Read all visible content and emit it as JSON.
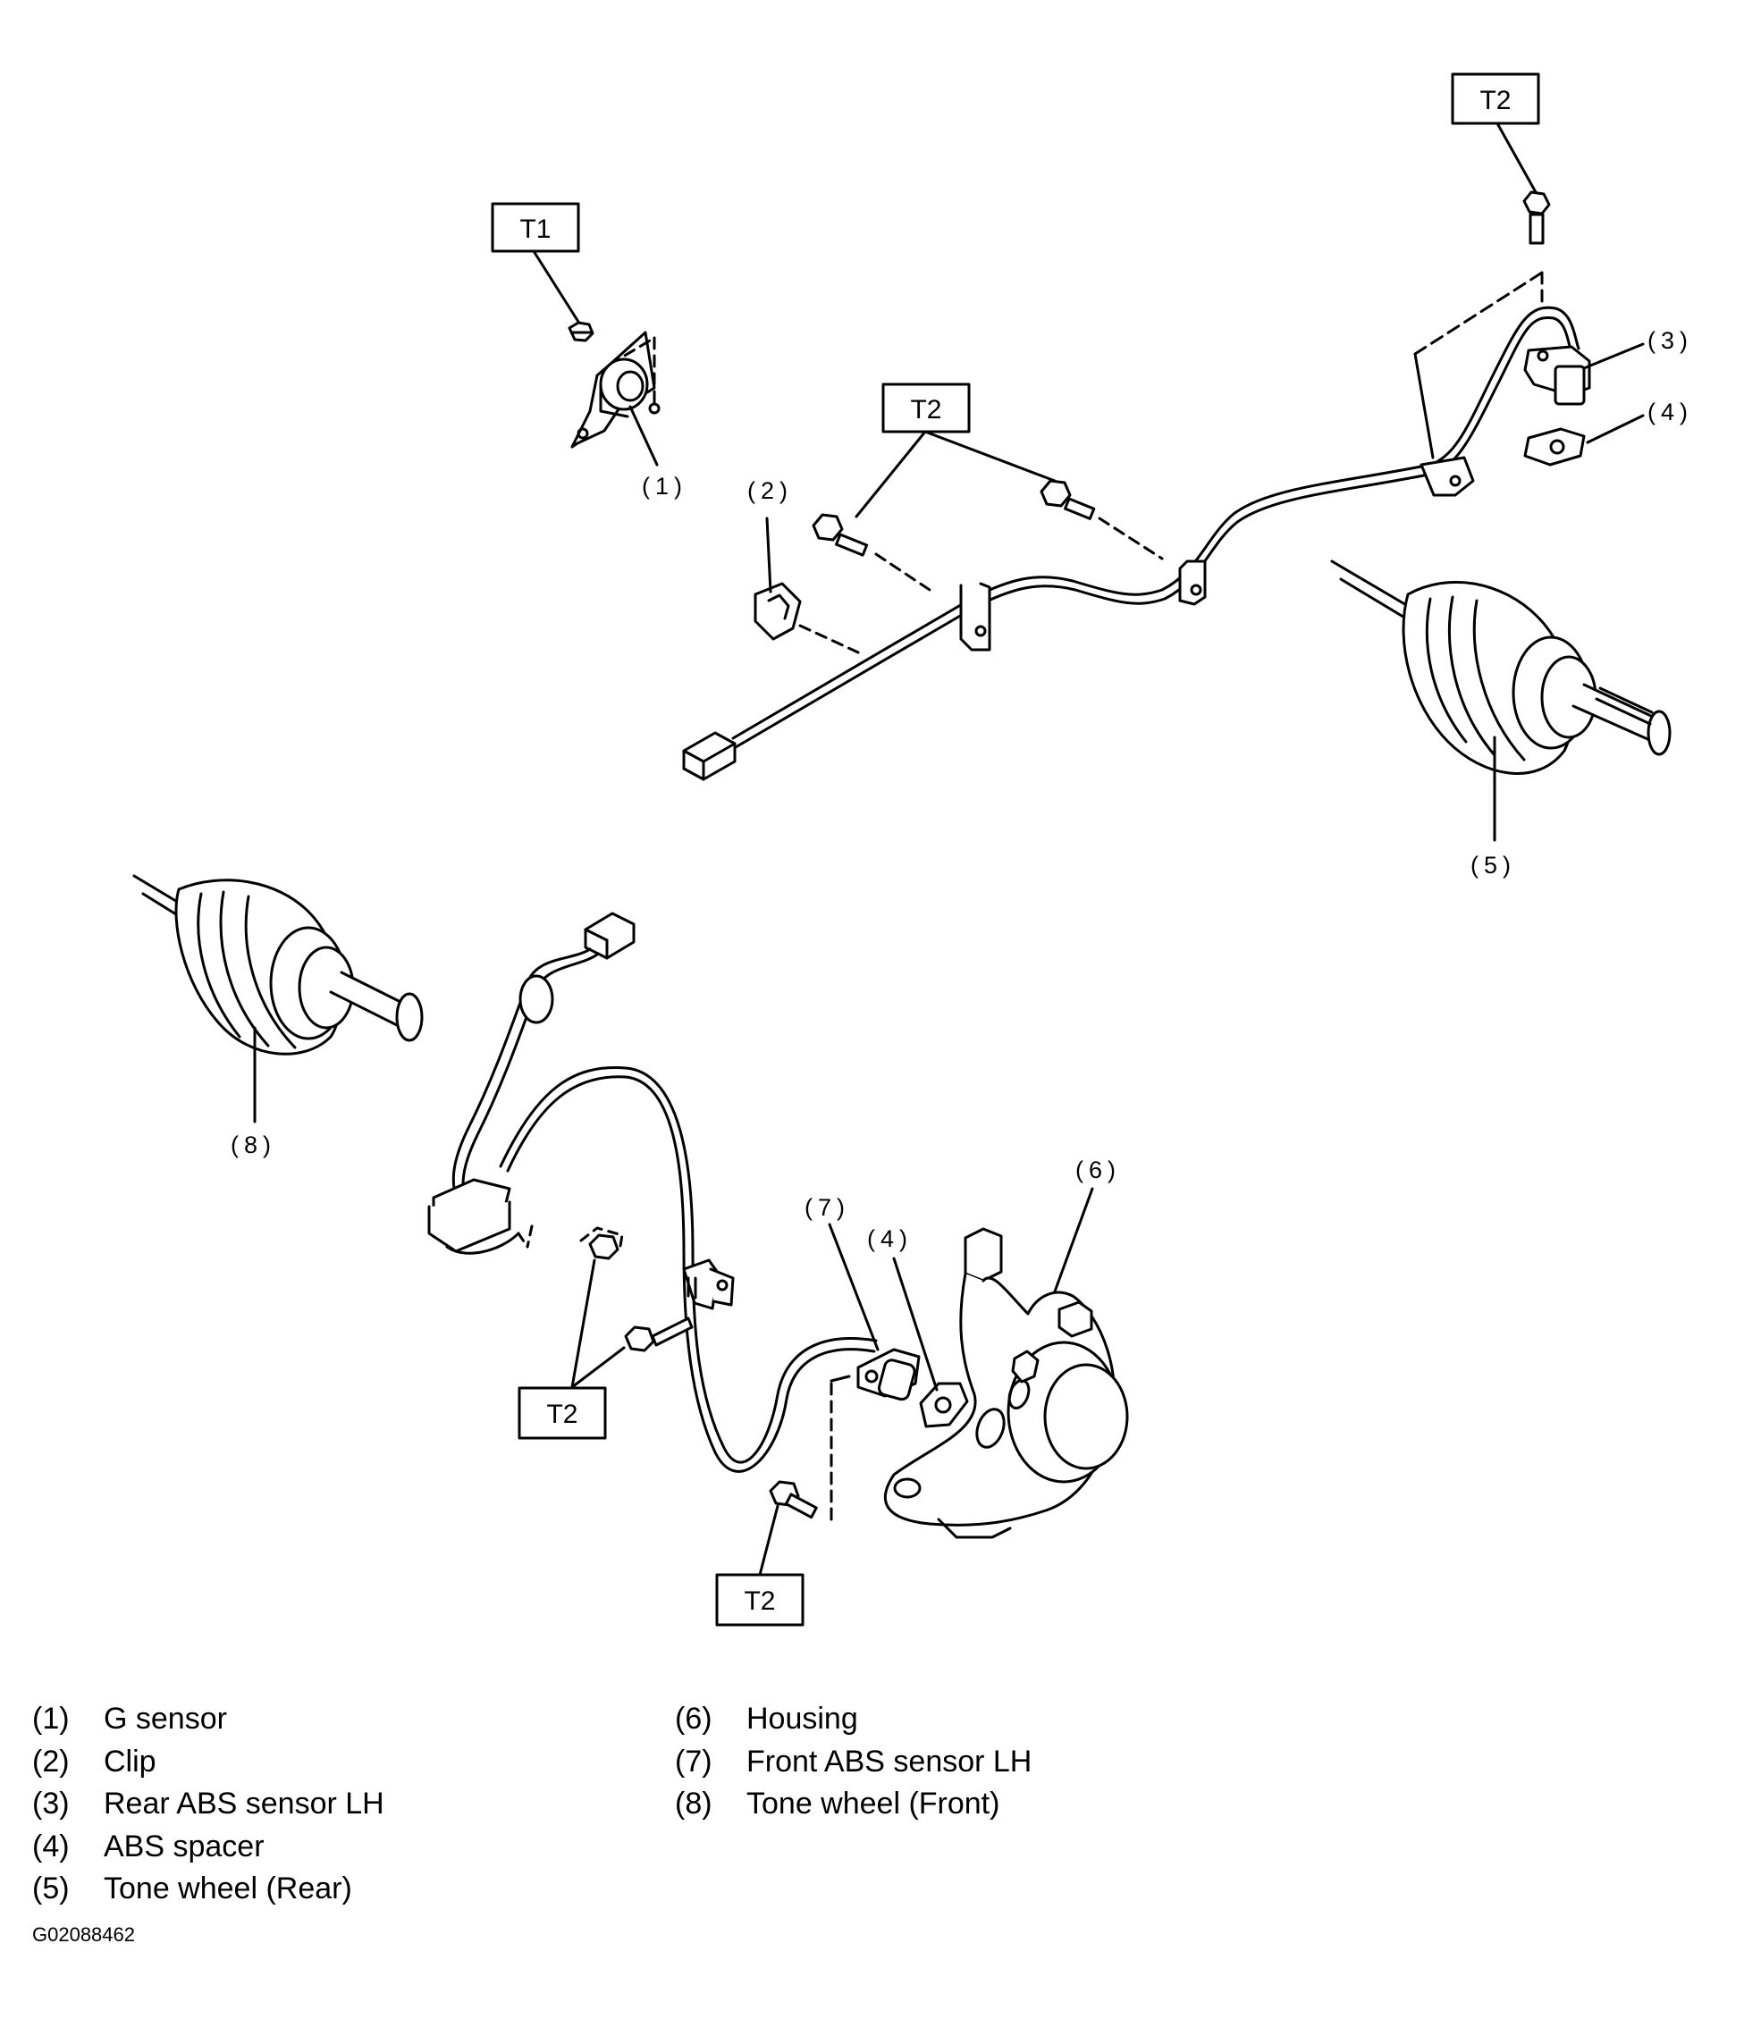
{
  "diagram": {
    "torque_labels": {
      "t1": "T1",
      "t2_top_right": "T2",
      "t2_harness": "T2",
      "t2_front_bracket": "T2",
      "t2_front_sensor": "T2"
    },
    "callouts": {
      "c1": "(1)",
      "c2": "(2)",
      "c3": "(3)",
      "c4_rear": "(4)",
      "c5": "(5)",
      "c6": "(6)",
      "c7": "(7)",
      "c4_front": "(4)",
      "c8": "(8)"
    }
  },
  "legend": {
    "left": [
      {
        "num": "(1)",
        "label": "G sensor"
      },
      {
        "num": "(2)",
        "label": "Clip"
      },
      {
        "num": "(3)",
        "label": "Rear ABS sensor LH"
      },
      {
        "num": "(4)",
        "label": "ABS spacer"
      },
      {
        "num": "(5)",
        "label": "Tone wheel (Rear)"
      }
    ],
    "right": [
      {
        "num": "(6)",
        "label": "Housing"
      },
      {
        "num": "(7)",
        "label": "Front ABS sensor LH"
      },
      {
        "num": "(8)",
        "label": "Tone wheel (Front)"
      }
    ]
  },
  "figure_code": "G02088462"
}
